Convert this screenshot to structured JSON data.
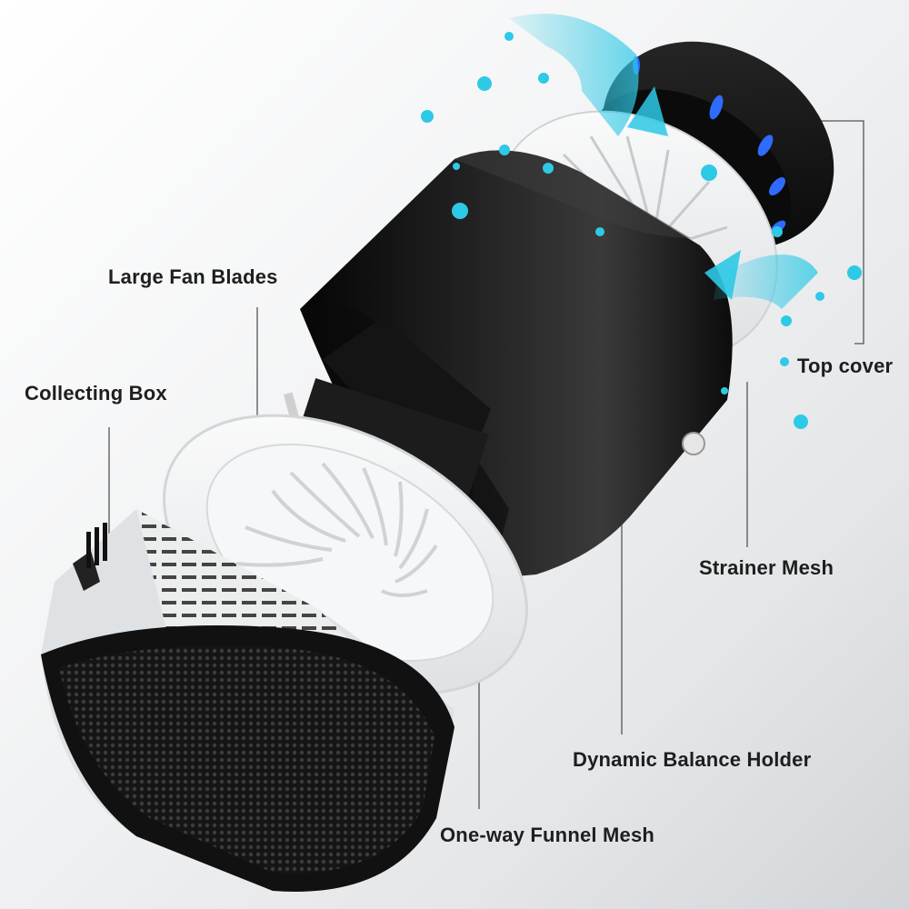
{
  "labels": {
    "top_cover": "Top cover",
    "large_fan_blades": "Large Fan Blades",
    "collecting_box": "Collecting Box",
    "strainer_mesh": "Strainer Mesh",
    "dynamic_balance_holder": "Dynamic Balance Holder",
    "one_way_funnel_mesh": "One-way Funnel Mesh"
  },
  "colors": {
    "background": "#eef0f1",
    "housing_black": "#121212",
    "airflow_cyan": "#2ec9e6",
    "uv_blue": "#2f6bff",
    "label_text": "#1e1e1e",
    "leader_line": "#555555"
  }
}
